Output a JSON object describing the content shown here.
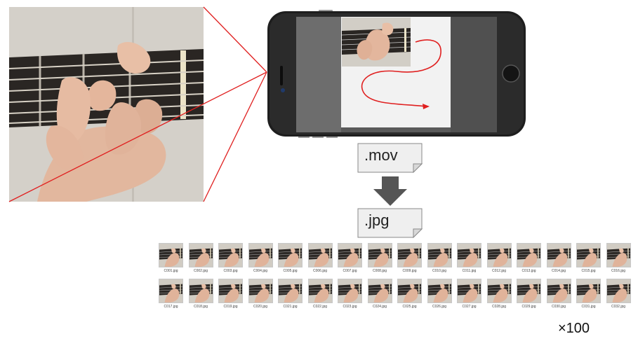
{
  "files": {
    "video_ext": ".mov",
    "image_ext": ".jpg"
  },
  "thumbnails": [
    {
      "name": "C001.jpg"
    },
    {
      "name": "C002.jpg"
    },
    {
      "name": "C003.jpg"
    },
    {
      "name": "C004.jpg"
    },
    {
      "name": "C005.jpg"
    },
    {
      "name": "C006.jpg"
    },
    {
      "name": "C007.jpg"
    },
    {
      "name": "C008.jpg"
    },
    {
      "name": "C009.jpg"
    },
    {
      "name": "C010.jpg"
    },
    {
      "name": "C011.jpg"
    },
    {
      "name": "C012.jpg"
    },
    {
      "name": "C013.jpg"
    },
    {
      "name": "C014.jpg"
    },
    {
      "name": "C015.jpg"
    },
    {
      "name": "C016.jpg"
    },
    {
      "name": "C017.jpg"
    },
    {
      "name": "C018.jpg"
    },
    {
      "name": "C019.jpg"
    },
    {
      "name": "C020.jpg"
    },
    {
      "name": "C021.jpg"
    },
    {
      "name": "C022.jpg"
    },
    {
      "name": "C023.jpg"
    },
    {
      "name": "C024.jpg"
    },
    {
      "name": "C025.jpg"
    },
    {
      "name": "C026.jpg"
    },
    {
      "name": "C027.jpg"
    },
    {
      "name": "C028.jpg"
    },
    {
      "name": "C029.jpg"
    },
    {
      "name": "C030.jpg"
    },
    {
      "name": "C031.jpg"
    },
    {
      "name": "C032.jpg"
    }
  ],
  "multiplier": "×100",
  "colors": {
    "zoom_lines": "#e02020",
    "scan_path": "#e02020",
    "phone_body": "#1e1e1e",
    "arrow": "#555555"
  }
}
